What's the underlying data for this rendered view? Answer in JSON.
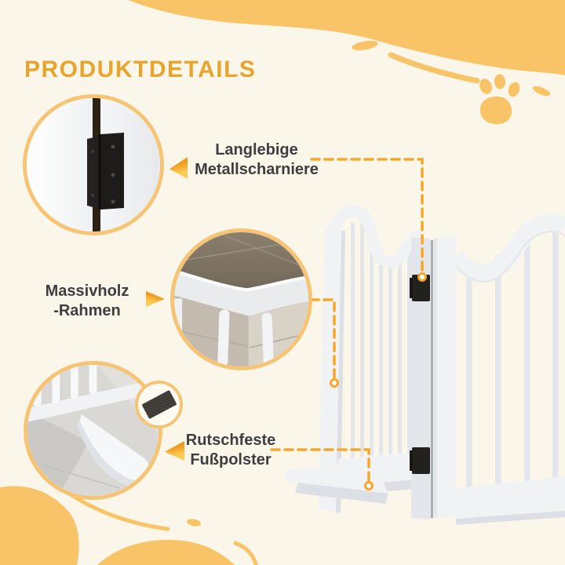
{
  "header": {
    "title": "PRODUKTDETAILS"
  },
  "callouts": {
    "hinge": {
      "line1": "Langlebige",
      "line2": "Metallscharniere",
      "photo": "metal-hinge-closeup"
    },
    "frame": {
      "line1": "Massivholz",
      "line2": "-Rahmen",
      "photo": "solid-wood-frame-closeup"
    },
    "footpad": {
      "line1": "Rutschfeste",
      "line2": "Fußpolster",
      "photo": "support-foot-closeup",
      "swatch": "anti-slip-pad"
    }
  },
  "product": {
    "depicted": "white-wooden-folding-pet-gate-3-panels"
  },
  "icons": {
    "paw": "paw-print",
    "arrow_left": "triangle-pointer-left",
    "arrow_right": "triangle-pointer-right"
  },
  "colors": {
    "background": "#FBF6EA",
    "wave": "#F9C467",
    "dash": "#F6A72B",
    "title": "#E9A42E",
    "text": "#3E3E40",
    "circleBorder": "#F6C475",
    "hinge": "#23211E",
    "gateLight": "#F0F2F4",
    "gateMid": "#E3E6EA",
    "gateShadow": "#DCE0E4"
  }
}
